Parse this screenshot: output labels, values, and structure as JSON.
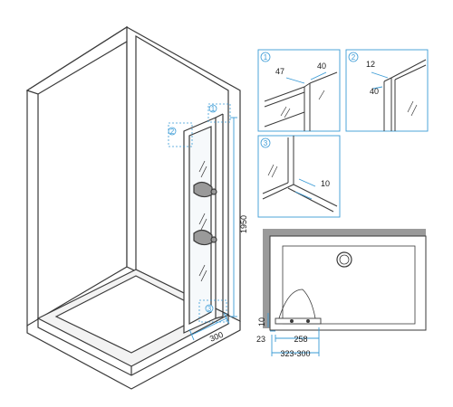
{
  "colors": {
    "line": "#3a3a3a",
    "accent": "#3a9bd6",
    "wall": "#e6e6e6",
    "wall_dark": "#9a9a9a",
    "tray": "#f3f3f3"
  },
  "main": {
    "height_label": "1950",
    "width_label": "300",
    "callout_1": "1",
    "callout_2": "2",
    "callout_3": "3"
  },
  "detail_1": {
    "number": "1",
    "dim_a": "47",
    "dim_b": "40"
  },
  "detail_2": {
    "number": "2",
    "dim_a": "12",
    "dim_b": "40"
  },
  "detail_3": {
    "number": "3",
    "dim_a": "10"
  },
  "plan": {
    "dim_10": "10",
    "dim_23": "23",
    "dim_258": "258",
    "dim_range": "323-300"
  }
}
